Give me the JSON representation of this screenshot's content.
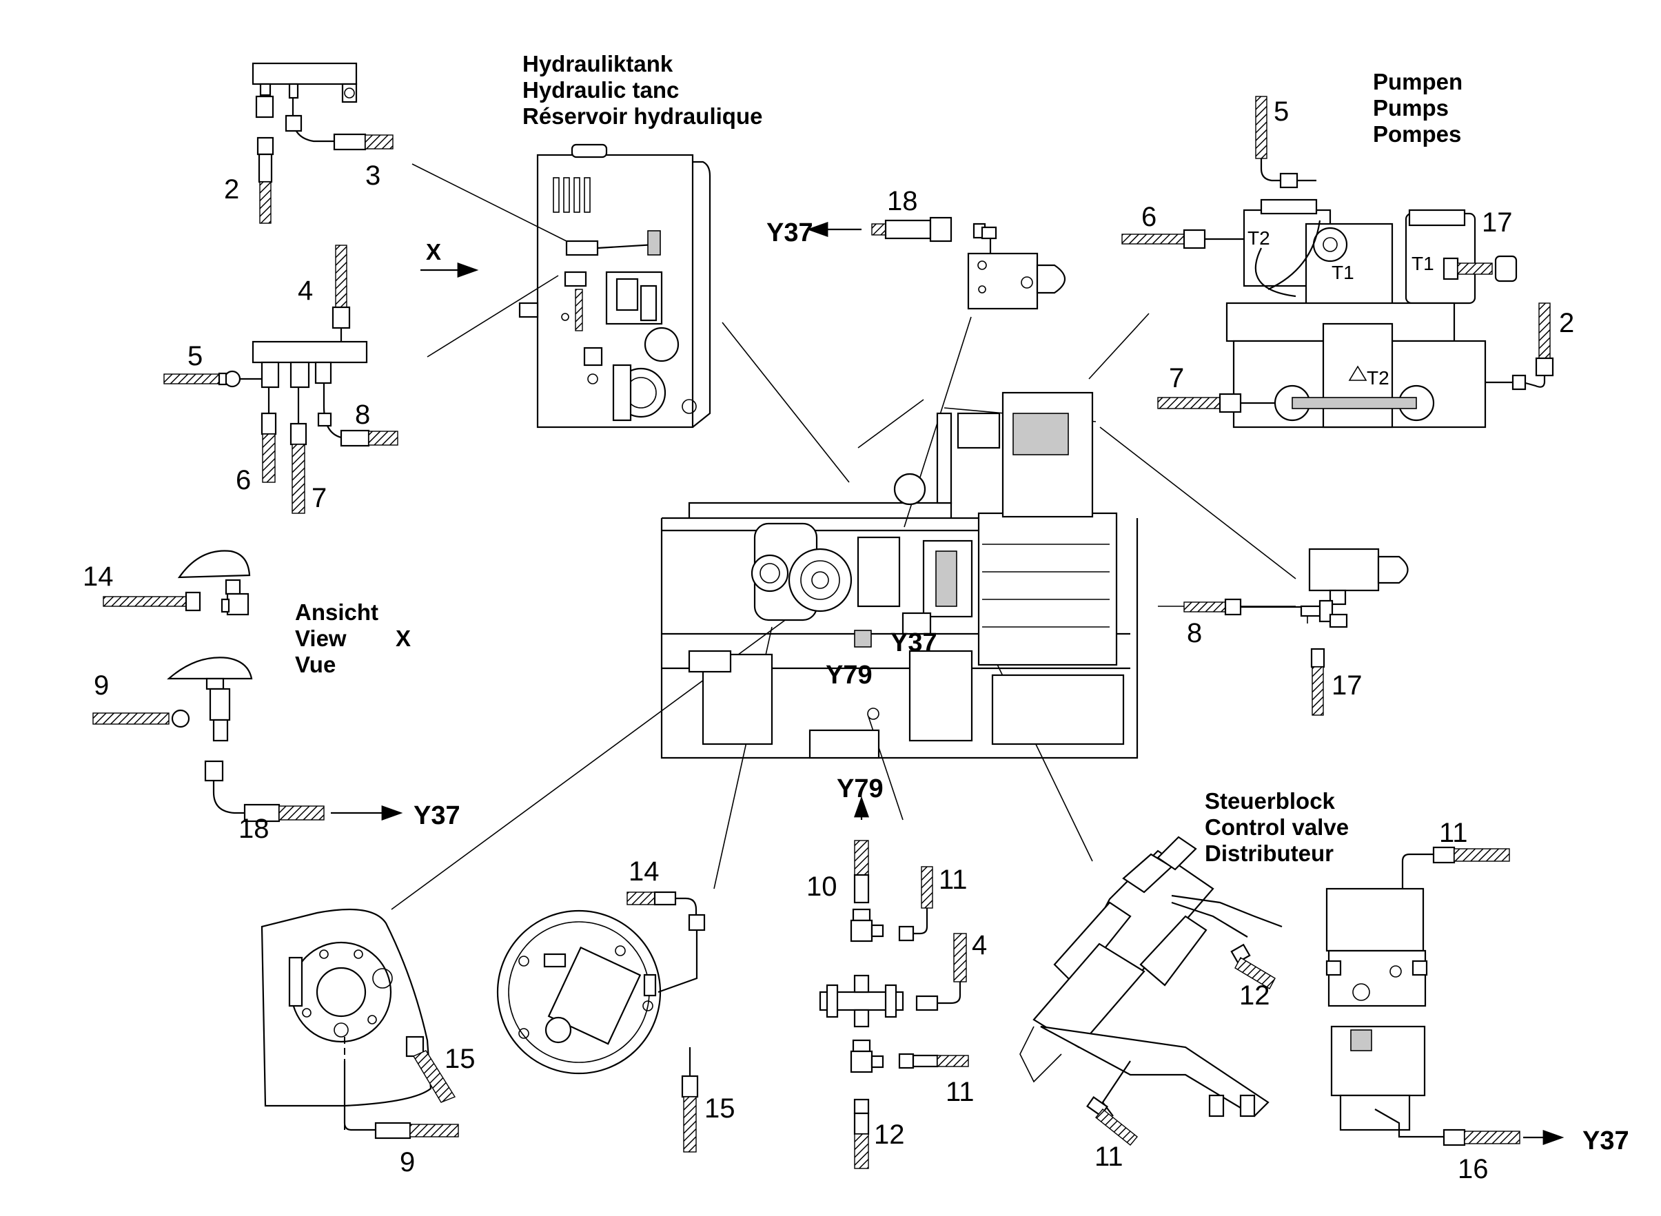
{
  "titles": {
    "tank": [
      "Hydrauliktank",
      "Hydraulic tanc",
      "Réservoir hydraulique"
    ],
    "pumps": [
      "Pumpen",
      "Pumps",
      "Pompes"
    ],
    "view": [
      "Ansicht",
      "View",
      "Vue"
    ],
    "view_letter": "X",
    "control": [
      "Steuerblock",
      "Control valve",
      "Distributeur"
    ]
  },
  "arrow_label": "X",
  "refs": {
    "y37": "Y37",
    "y79": "Y79"
  },
  "part_numbers": {
    "n2": "2",
    "n3": "3",
    "n4": "4",
    "n5": "5",
    "n6": "6",
    "n7": "7",
    "n8": "8",
    "n9": "9",
    "n10": "10",
    "n11": "11",
    "n12": "12",
    "n14": "14",
    "n15": "15",
    "n16": "16",
    "n17": "17",
    "n18": "18"
  },
  "pump_marks": {
    "t1": "T1",
    "t2": "T2"
  }
}
